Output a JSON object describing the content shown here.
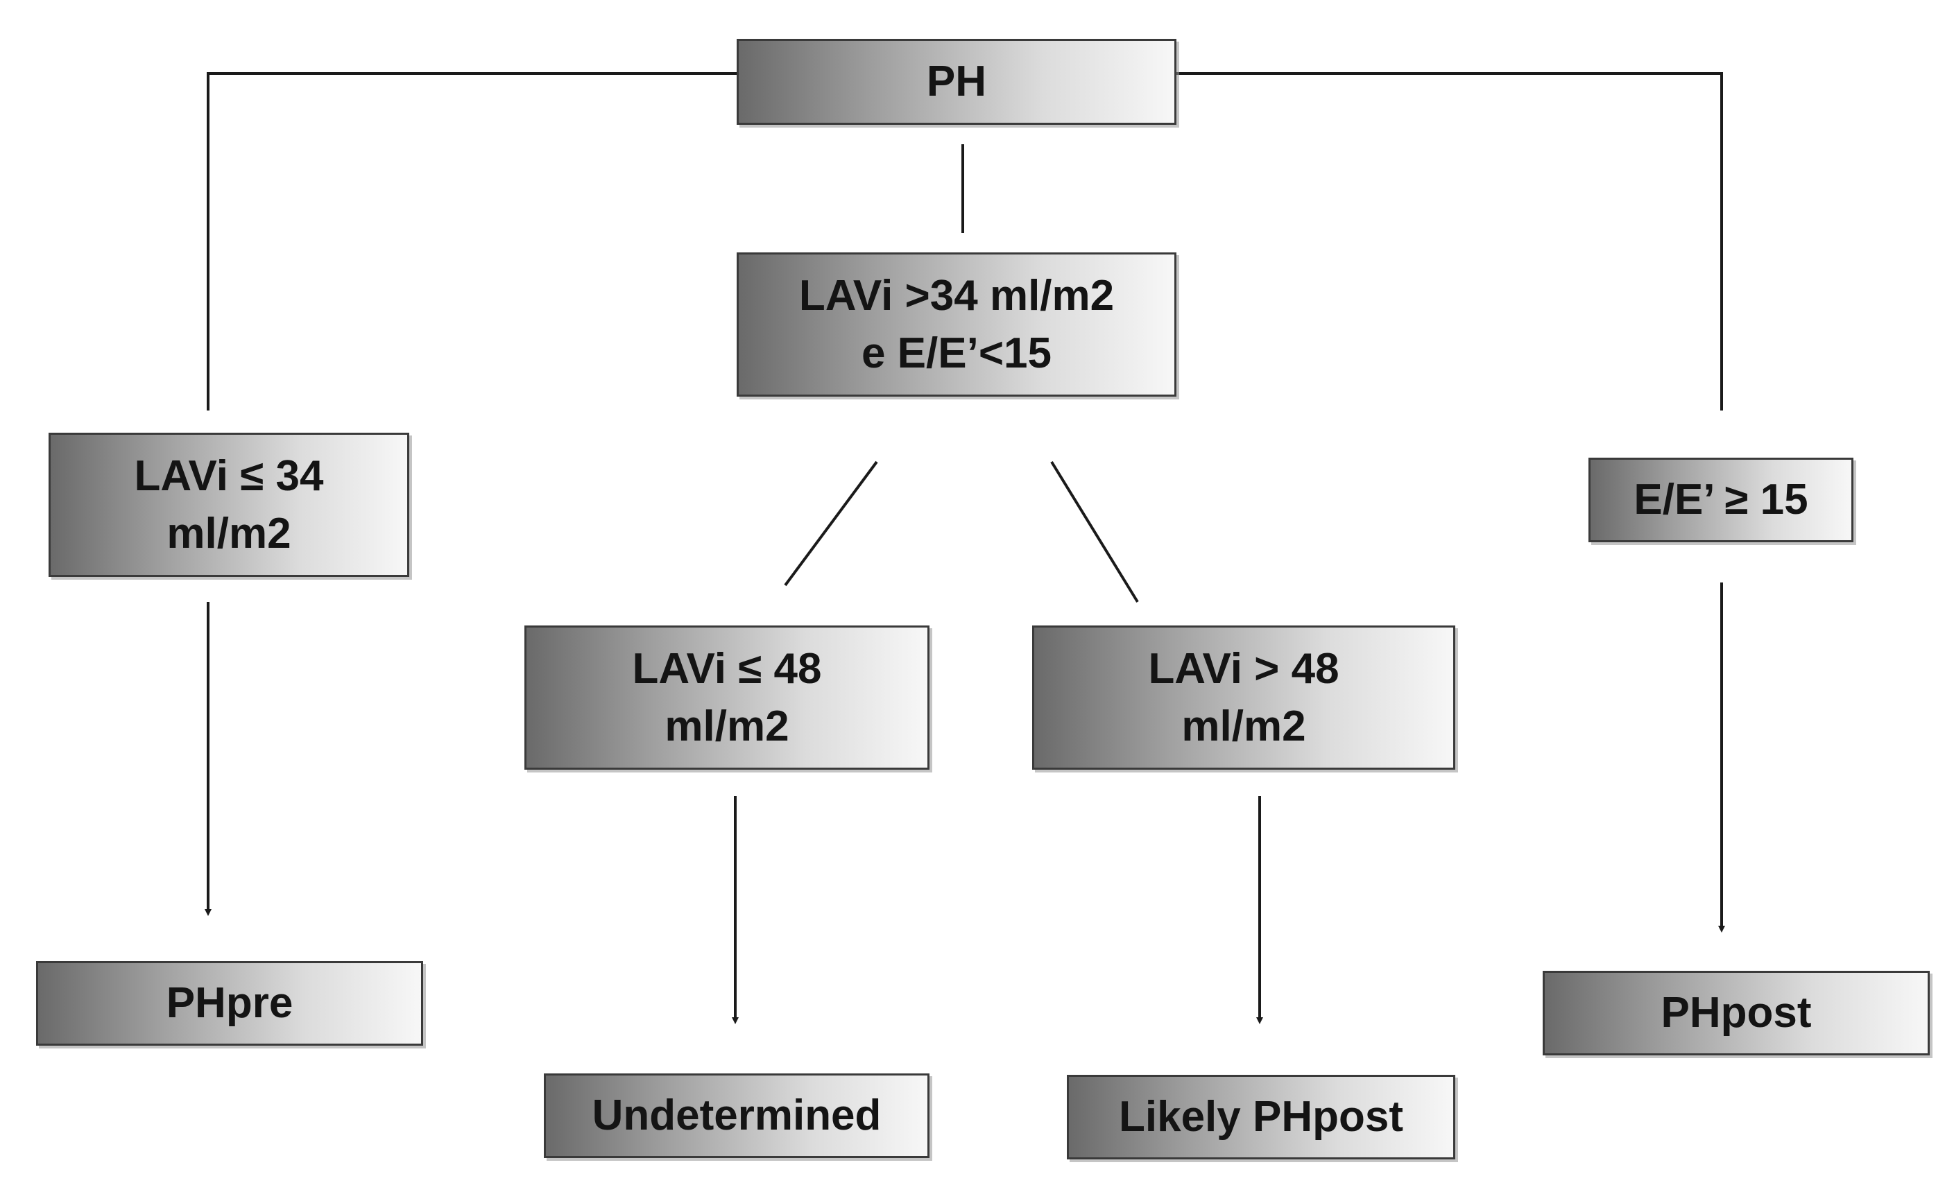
{
  "nodes": {
    "ph": {
      "line1": "PH"
    },
    "lavi_gt34": {
      "line1": "LAVi >34 ml/m2",
      "line2": "e E/E’<15"
    },
    "lavi_le34": {
      "line1": "LAVi ≤ 34",
      "line2": "ml/m2"
    },
    "ee_ge15": {
      "line1": "E/E’ ≥ 15"
    },
    "lavi_le48": {
      "line1": "LAVi ≤ 48",
      "line2": "ml/m2"
    },
    "lavi_gt48": {
      "line1": "LAVi > 48",
      "line2": "ml/m2"
    },
    "phpre": {
      "line1": "PHpre"
    },
    "undetermined": {
      "line1": "Undetermined"
    },
    "likely_phpost": {
      "line1": "Likely PHpost"
    },
    "phpost": {
      "line1": "PHpost"
    }
  },
  "colors": {
    "box_border": "#3a3a3a",
    "gradient_dark": "#6a6a6a",
    "gradient_light": "#f7f7f7",
    "line": "#1a1a1a"
  }
}
